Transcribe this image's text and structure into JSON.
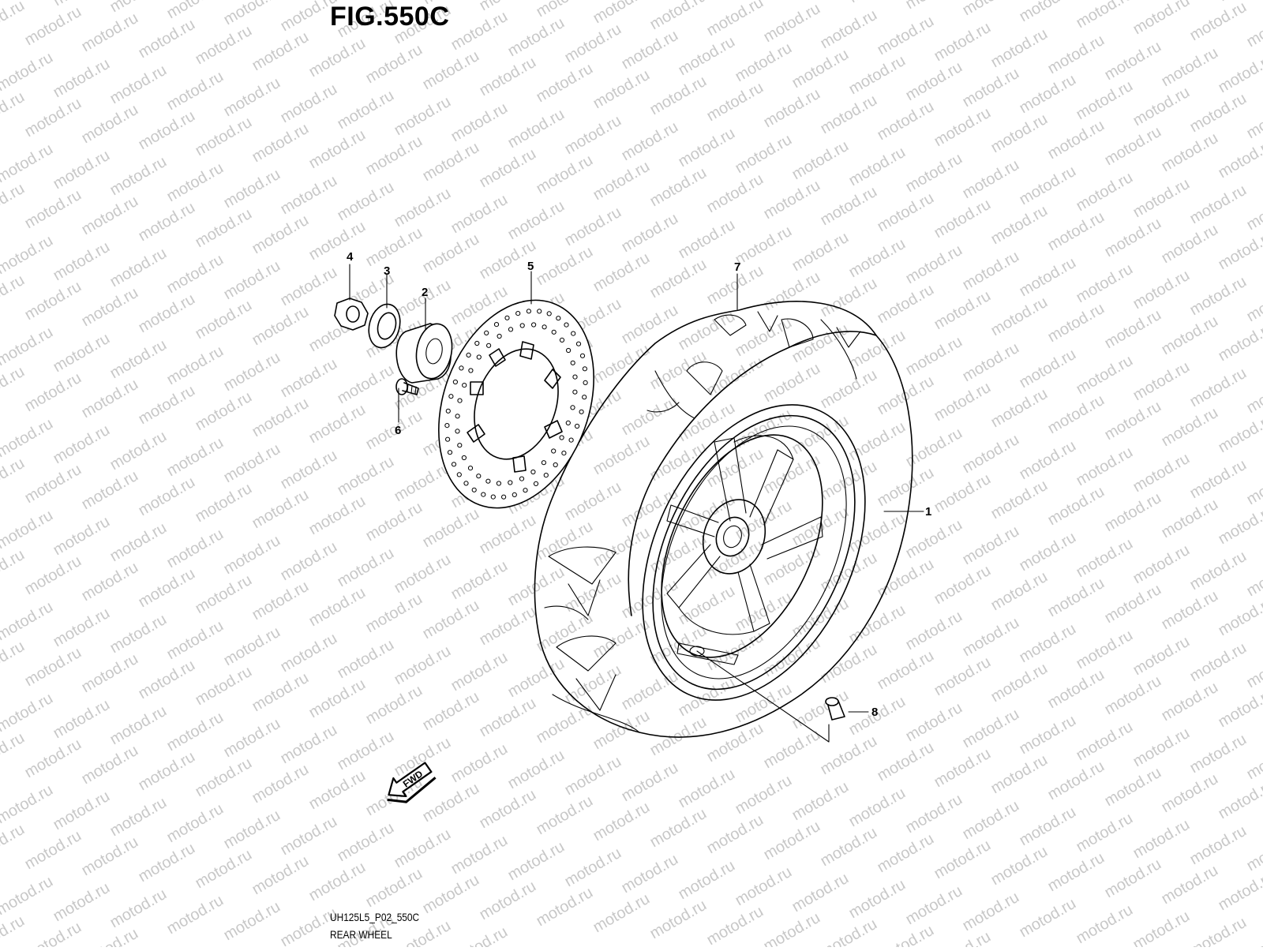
{
  "figure": {
    "title": "FIG.550C",
    "code": "UH125L5_P02_550C",
    "name": "REAR WHEEL"
  },
  "watermark": "motod.ru",
  "direction_label": "FWD",
  "callouts": [
    {
      "number": "1",
      "part": "rear-wheel-assembly"
    },
    {
      "number": "2",
      "part": "spacer"
    },
    {
      "number": "3",
      "part": "washer"
    },
    {
      "number": "4",
      "part": "axle-nut"
    },
    {
      "number": "5",
      "part": "brake-disc"
    },
    {
      "number": "6",
      "part": "disc-bolt"
    },
    {
      "number": "7",
      "part": "tire"
    },
    {
      "number": "8",
      "part": "valve"
    }
  ],
  "colors": {
    "line": "#000000",
    "watermark": "#c8c8c8",
    "background": "#ffffff"
  },
  "icons": {
    "direction": "fwd-arrow-icon"
  }
}
